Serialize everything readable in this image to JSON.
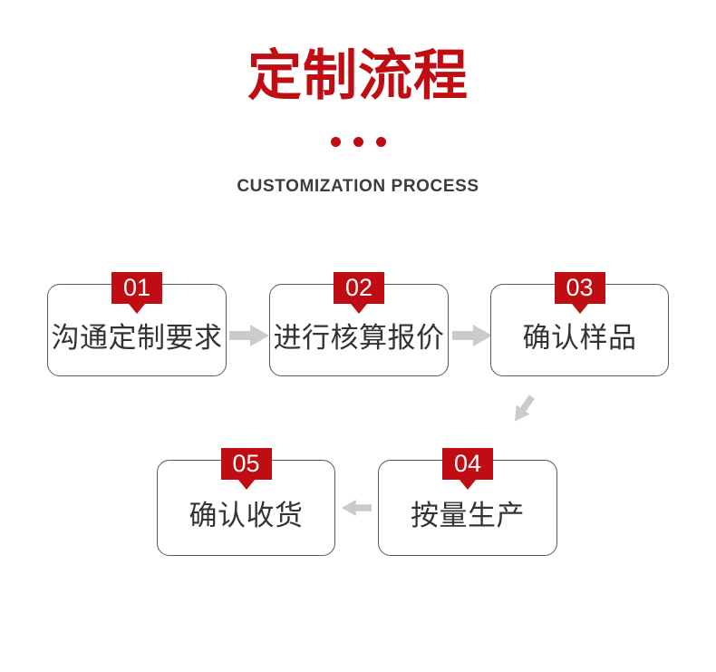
{
  "header": {
    "title": "定制流程",
    "subtitle": "CUSTOMIZATION PROCESS"
  },
  "steps": [
    {
      "number": "01",
      "label": "沟通定制要求"
    },
    {
      "number": "02",
      "label": "进行核算报价"
    },
    {
      "number": "03",
      "label": "确认样品"
    },
    {
      "number": "04",
      "label": "按量生产"
    },
    {
      "number": "05",
      "label": "确认收货"
    }
  ],
  "flow": {
    "arrows": [
      {
        "from": "01",
        "to": "02",
        "direction": "right"
      },
      {
        "from": "02",
        "to": "03",
        "direction": "right"
      },
      {
        "from": "03",
        "to": "04",
        "direction": "down-left"
      },
      {
        "from": "04",
        "to": "05",
        "direction": "left"
      }
    ]
  },
  "colors": {
    "accent_red": "#c00d13",
    "arrow_gray": "#cbcbcb",
    "box_border": "#595959",
    "box_text": "#333333",
    "subtitle_text": "#3c3c3c"
  }
}
